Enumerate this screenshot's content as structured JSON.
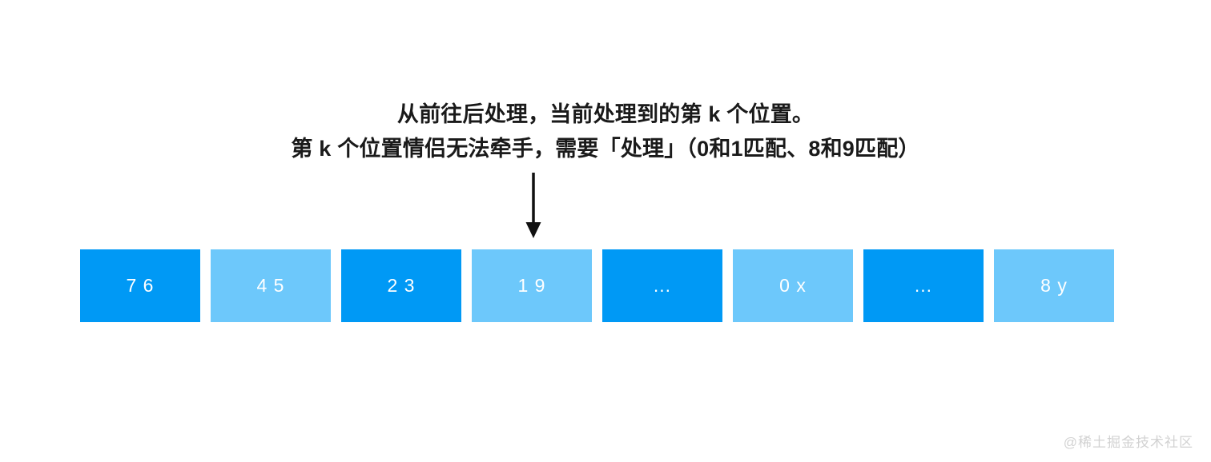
{
  "caption": {
    "line1": "从前往后处理，当前处理到的第 k 个位置。",
    "line2": "第 k 个位置情侣无法牵手，需要「处理」（0和1匹配、8和9匹配）"
  },
  "arrow": {
    "name": "down-arrow",
    "points_to_index": 3,
    "color": "#111111"
  },
  "array": {
    "cells": [
      {
        "label": "7 6",
        "shade": "dark",
        "color": "#0099f5"
      },
      {
        "label": "4 5",
        "shade": "light",
        "color": "#6dc8fb"
      },
      {
        "label": "2 3",
        "shade": "dark",
        "color": "#0099f5"
      },
      {
        "label": "1 9",
        "shade": "light",
        "color": "#6dc8fb"
      },
      {
        "label": "...",
        "shade": "dark",
        "color": "#0099f5"
      },
      {
        "label": "0 x",
        "shade": "light",
        "color": "#6dc8fb"
      },
      {
        "label": "...",
        "shade": "dark",
        "color": "#0099f5"
      },
      {
        "label": "8 y",
        "shade": "light",
        "color": "#6dc8fb"
      }
    ]
  },
  "watermark": {
    "text": "@稀土掘金技术社区"
  },
  "colors": {
    "background": "#ffffff",
    "dark_blue": "#0099f5",
    "light_blue": "#6dc8fb",
    "text": "#1a1a1a",
    "watermark": "#d2d2d2"
  }
}
